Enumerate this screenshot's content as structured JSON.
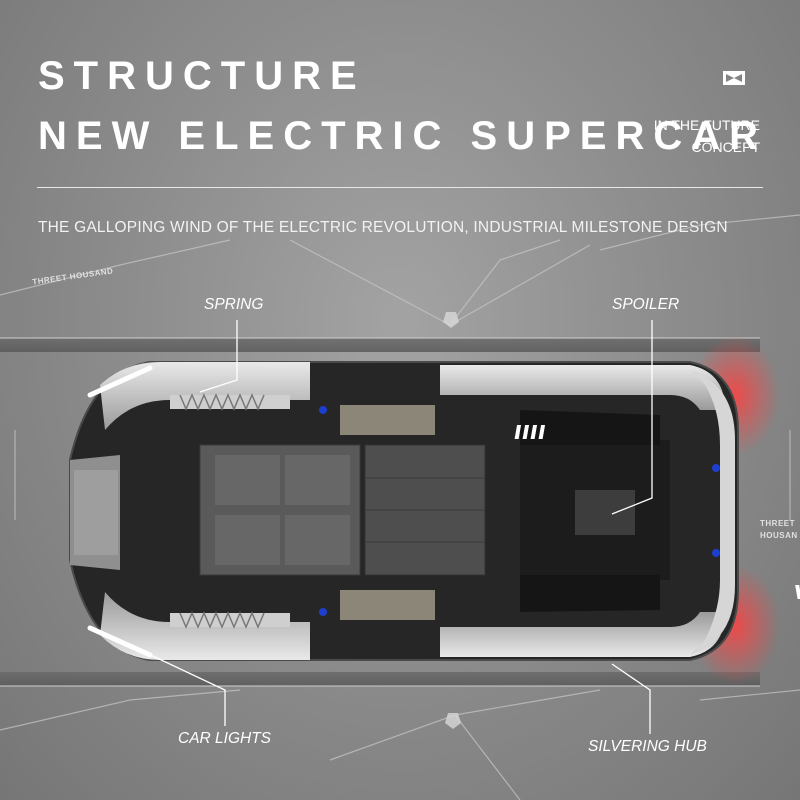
{
  "header": {
    "title_line1": "STRUCTURE",
    "title_line2": "NEW ELECTRIC SUPERCAR",
    "side_note_line1": "IN THE FUTURE",
    "side_note_line2": "CONCEPT",
    "subtitle": "THE GALLOPING WIND OF THE ELECTRIC REVOLUTION, INDUSTRIAL MILESTONE DESIGN"
  },
  "watermarks": {
    "left": "THREET HOUSAND",
    "right_line1": "THREET",
    "right_line2": "HOUSAN"
  },
  "callouts": {
    "spring": "SPRING",
    "spoiler": "SPOILER",
    "car_lights": "CAR LIGHTS",
    "silvering_hub": "SILVERING HUB"
  },
  "colors": {
    "background": "#8e8e8e",
    "text": "#ffffff",
    "car_body": "#2a2a2a",
    "car_silver": "#c8c8c8",
    "tail_glow": "#ff3b3b"
  },
  "icons": {
    "brand_mark": "bowtie-logo-icon"
  }
}
